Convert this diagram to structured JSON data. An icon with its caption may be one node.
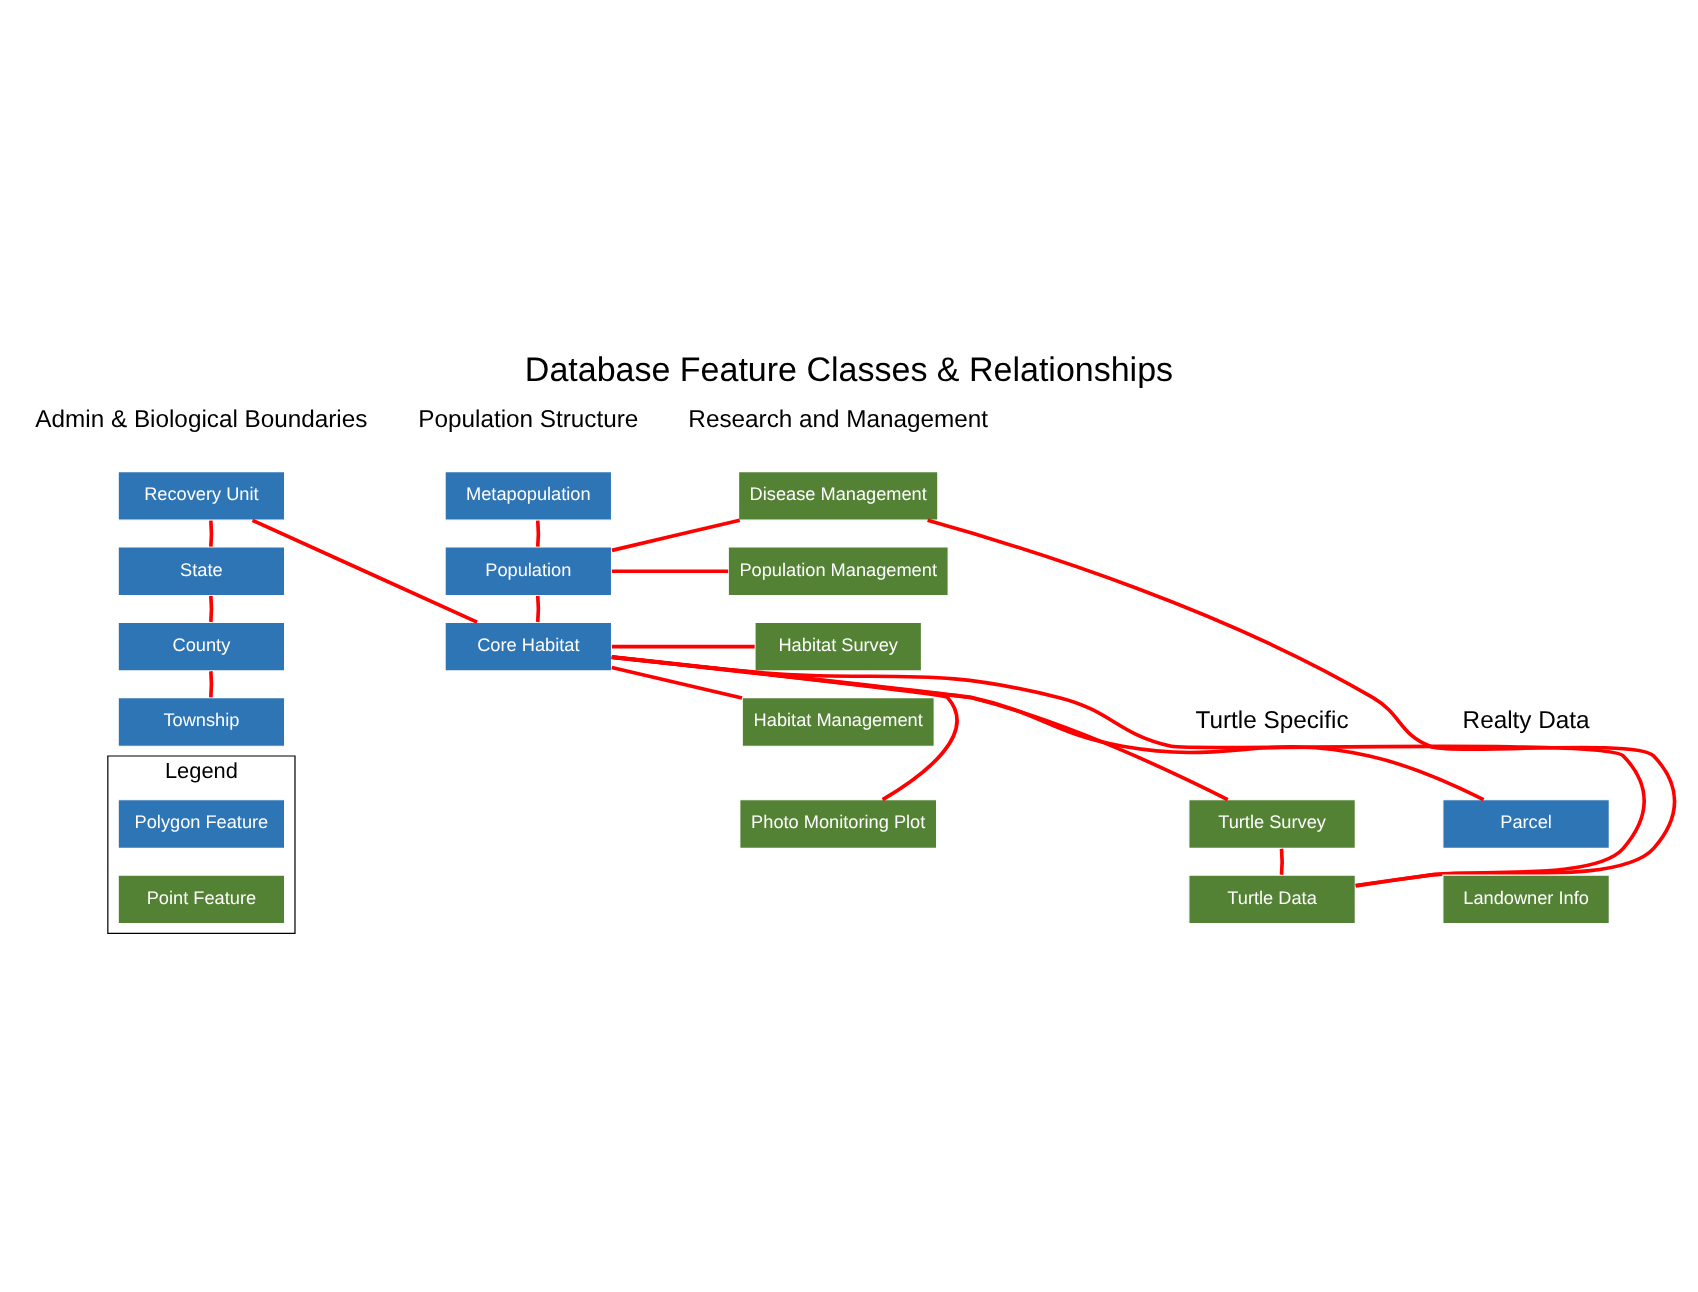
{
  "diagram": {
    "title": "Database Feature Classes & Relationships",
    "nodes": [
      {
        "text": [
          "Recovery Unit"
        ]
      },
      {
        "text": [
          "State"
        ]
      },
      {
        "text": [
          "County"
        ]
      },
      {
        "text": [
          "Township"
        ]
      },
      {
        "text": [
          "Metapopulation"
        ]
      },
      {
        "text": [
          "Population"
        ]
      },
      {
        "text": [
          "Core Habitat"
        ]
      },
      {
        "text": [
          "Disease Management"
        ]
      },
      {
        "text": [
          "Population Management"
        ]
      },
      {
        "text": [
          "Habitat Survey"
        ]
      },
      {
        "text": [
          "Habitat Management"
        ]
      },
      {
        "text": [
          "Photo Monitoring Plot"
        ]
      },
      {
        "text": [
          "Parcel"
        ]
      },
      {
        "text": [
          "Landowner Info"
        ]
      },
      {
        "text": [
          "Turtle Survey"
        ]
      },
      {
        "text": [
          "Turtle Data"
        ]
      },
      {
        "text": [
          "Legend"
        ]
      },
      {
        "text": [
          "Polygon Feature"
        ],
        "in": 16
      },
      {
        "text": [
          "Point Feature"
        ],
        "in": 16
      }
    ],
    "edges": [
      {
        "from": 0,
        "to": 1,
        "arrow": "none"
      },
      {
        "from": 1,
        "to": 2,
        "arrow": "none"
      },
      {
        "from": 2,
        "to": 3,
        "arrow": "none"
      },
      {
        "from": 0,
        "to": 6,
        "arrow": "none"
      },
      {
        "from": 4,
        "to": 5,
        "arrow": "none"
      },
      {
        "from": 5,
        "to": 6,
        "arrow": "none"
      },
      {
        "from": 5,
        "to": 7,
        "arrow": "none"
      },
      {
        "from": 5,
        "to": 8,
        "arrow": "none"
      },
      {
        "from": 6,
        "to": 9,
        "arrow": "none"
      },
      {
        "from": 6,
        "to": 10,
        "arrow": "none"
      },
      {
        "from": 6,
        "to": 11,
        "arrow": "none"
      },
      {
        "from": 6,
        "to": 12,
        "arrow": "none"
      },
      {
        "from": 6,
        "to": 14,
        "arrow": "none"
      },
      {
        "from": 6,
        "to": 15,
        "arrow": "none"
      },
      {
        "from": 14,
        "to": 15,
        "arrow": "none"
      },
      {
        "from": 7,
        "to": 15,
        "arrow": "none"
      }
    ],
    "labels": [
      "Admin & Biological Boundaries",
      "Population Structure",
      "Research and Management",
      "Realty Data",
      "Turtle Specific"
    ]
  }
}
